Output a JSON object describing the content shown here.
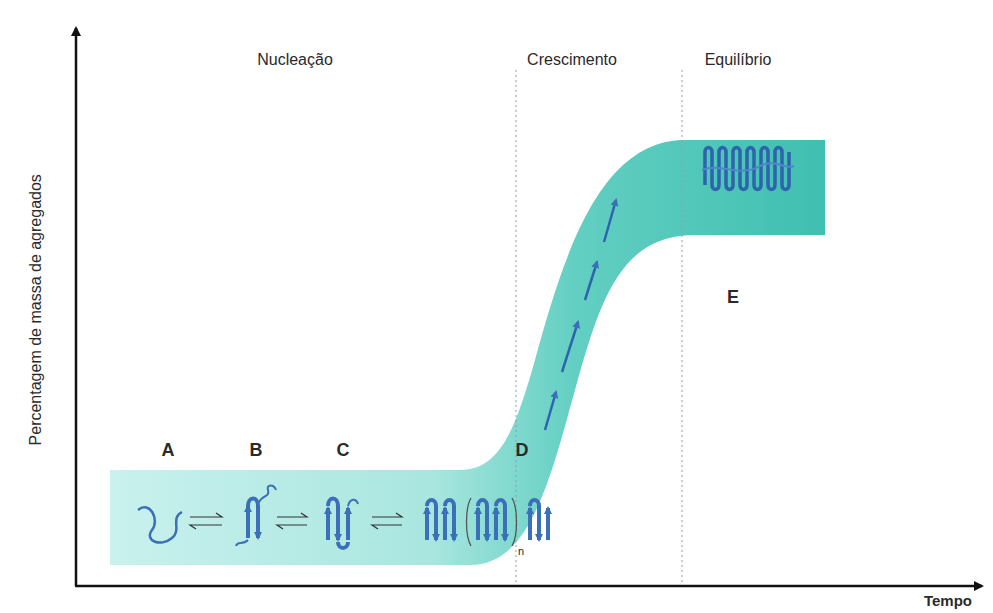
{
  "diagram": {
    "labels": [
      "Nucleação",
      "Crescimento",
      "Equilíbrio",
      "Percentagem de massa de agregados",
      "A",
      "B",
      "C",
      "D",
      "n",
      "E",
      "Tempo"
    ]
  }
}
